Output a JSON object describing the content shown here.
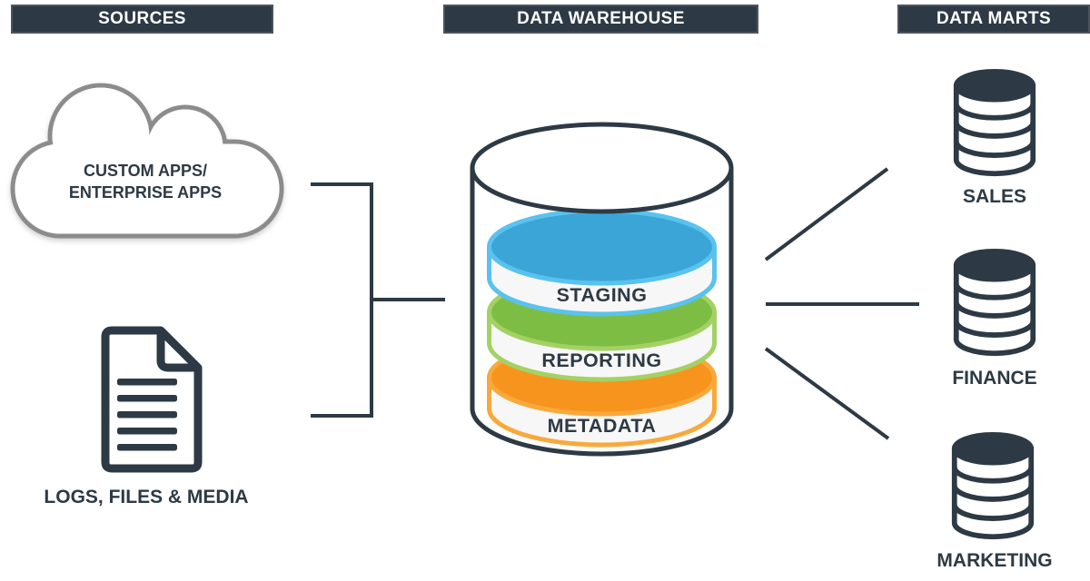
{
  "headers": {
    "sources": "SOURCES",
    "warehouse": "DATA WAREHOUSE",
    "marts": "DATA MARTS"
  },
  "sources": {
    "cloud": {
      "label": "CUSTOM APPS/\nENTERPRISE APPS"
    },
    "files": {
      "label": "LOGS, FILES & MEDIA"
    }
  },
  "warehouse": {
    "disks": [
      {
        "label": "STAGING",
        "fill": "#3BA5D8",
        "border": "#59C2EF"
      },
      {
        "label": "REPORTING",
        "fill": "#7DBD44",
        "border": "#A4D164"
      },
      {
        "label": "METADATA",
        "fill": "#F7941E",
        "border": "#F9A93C"
      }
    ]
  },
  "data_marts": {
    "items": [
      {
        "label": "SALES"
      },
      {
        "label": "FINANCE"
      },
      {
        "label": "MARKETING"
      }
    ]
  },
  "colors": {
    "dark": "#2D3A45",
    "header_bg": "#2D3A45",
    "header_text": "#FFFFFF",
    "cloud_border": "#8C8C8C",
    "disk_band": "#F7F7F7",
    "background": "#FFFFFF"
  }
}
